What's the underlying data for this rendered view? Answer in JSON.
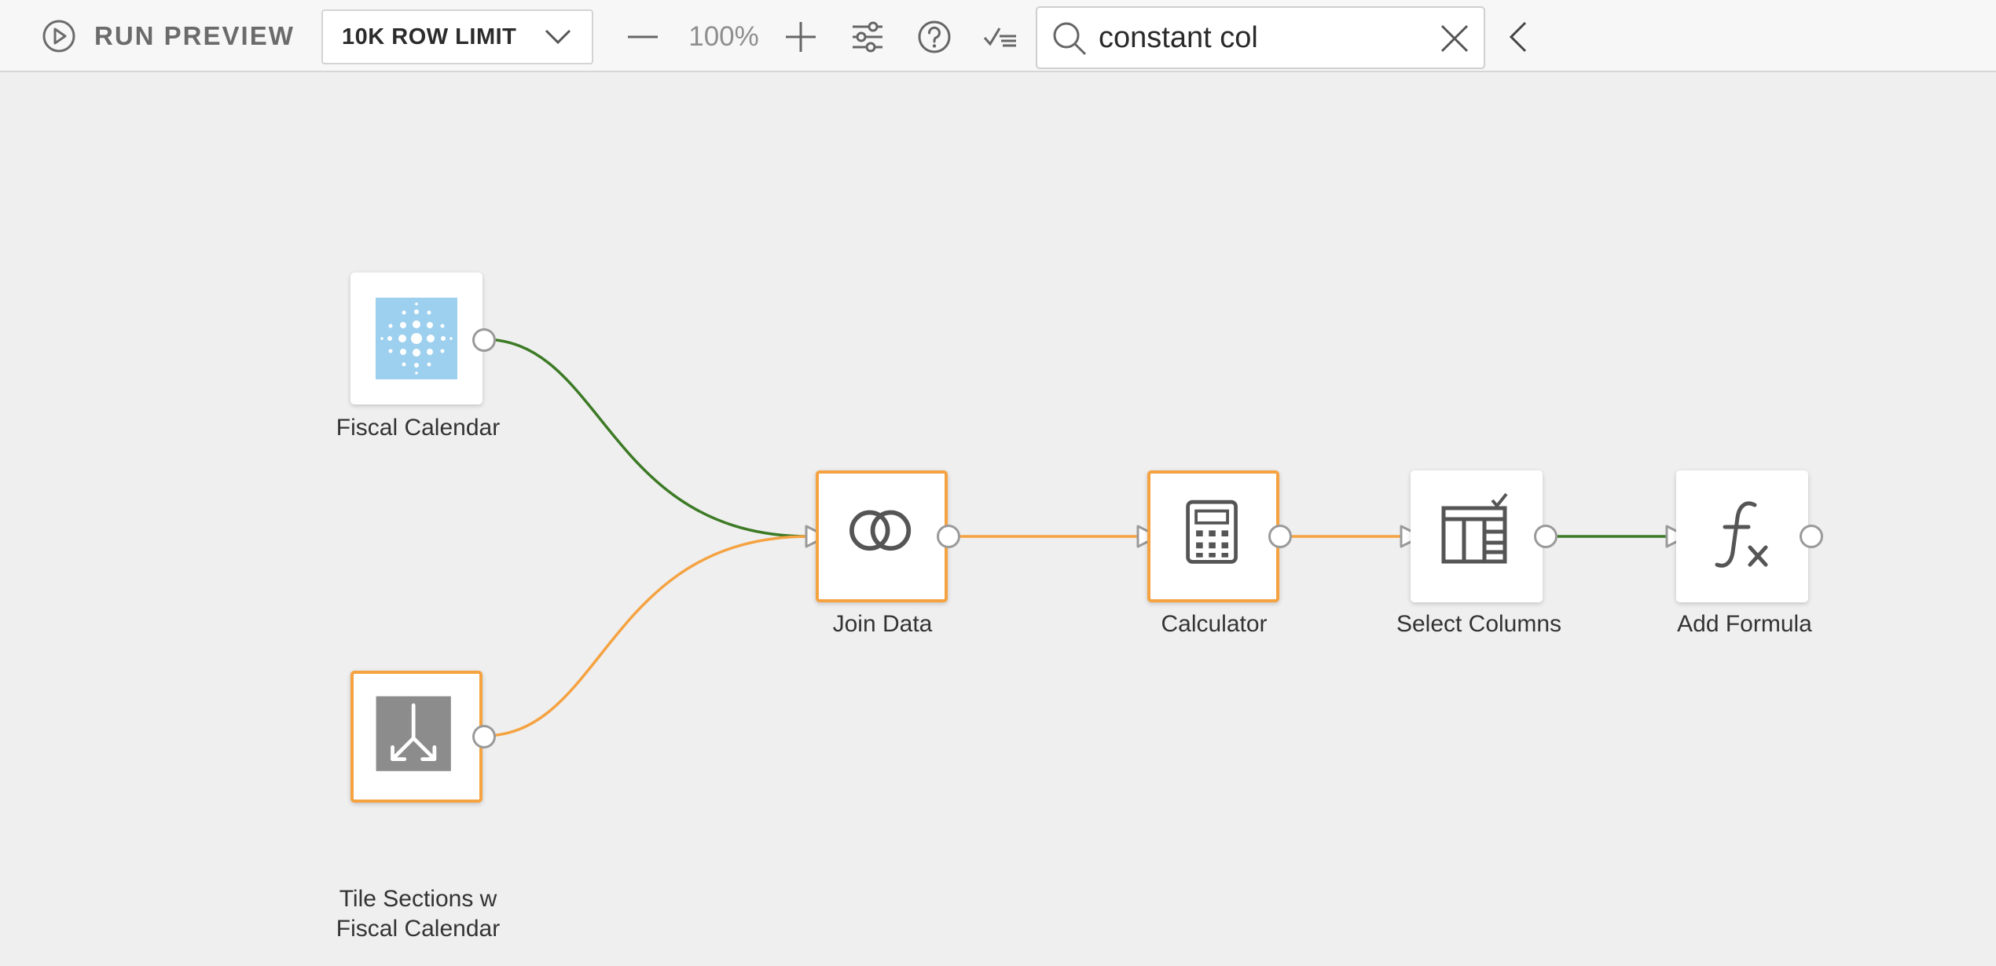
{
  "toolbar": {
    "run_preview_label": "RUN PREVIEW",
    "row_limit_value": "10K ROW LIMIT",
    "zoom_level": "100%",
    "search_value": "constant col",
    "icons": {
      "play": "play-circle-icon",
      "dropdown": "chevron-down-icon",
      "zoom_out": "minus-icon",
      "zoom_in": "plus-icon",
      "settings": "sliders-icon",
      "help": "help-circle-icon",
      "validate": "check-list-icon",
      "search": "search-icon",
      "clear": "close-icon",
      "collapse": "chevron-left-icon"
    }
  },
  "nodes": [
    {
      "id": "fiscal-calendar",
      "label": "Fiscal Calendar",
      "icon": "dataset-icon",
      "selected": false
    },
    {
      "id": "tile-sections",
      "label_line1": "Tile Sections w",
      "label_line2": "Fiscal Calendar",
      "icon": "split-arrows-icon",
      "selected": true
    },
    {
      "id": "join-data",
      "label": "Join Data",
      "icon": "join-rings-icon",
      "selected": true
    },
    {
      "id": "calculator",
      "label": "Calculator",
      "icon": "calculator-icon",
      "selected": true
    },
    {
      "id": "select-columns",
      "label": "Select Columns",
      "icon": "select-columns-icon",
      "selected": false
    },
    {
      "id": "add-formula",
      "label": "Add Formula",
      "icon": "formula-icon",
      "selected": false
    }
  ],
  "colors": {
    "accent_orange": "#f5a241",
    "link_green": "#3c7a25",
    "canvas_bg": "#efefef",
    "dataset_blue": "#9dd0ee",
    "icon_gray": "#555555"
  }
}
